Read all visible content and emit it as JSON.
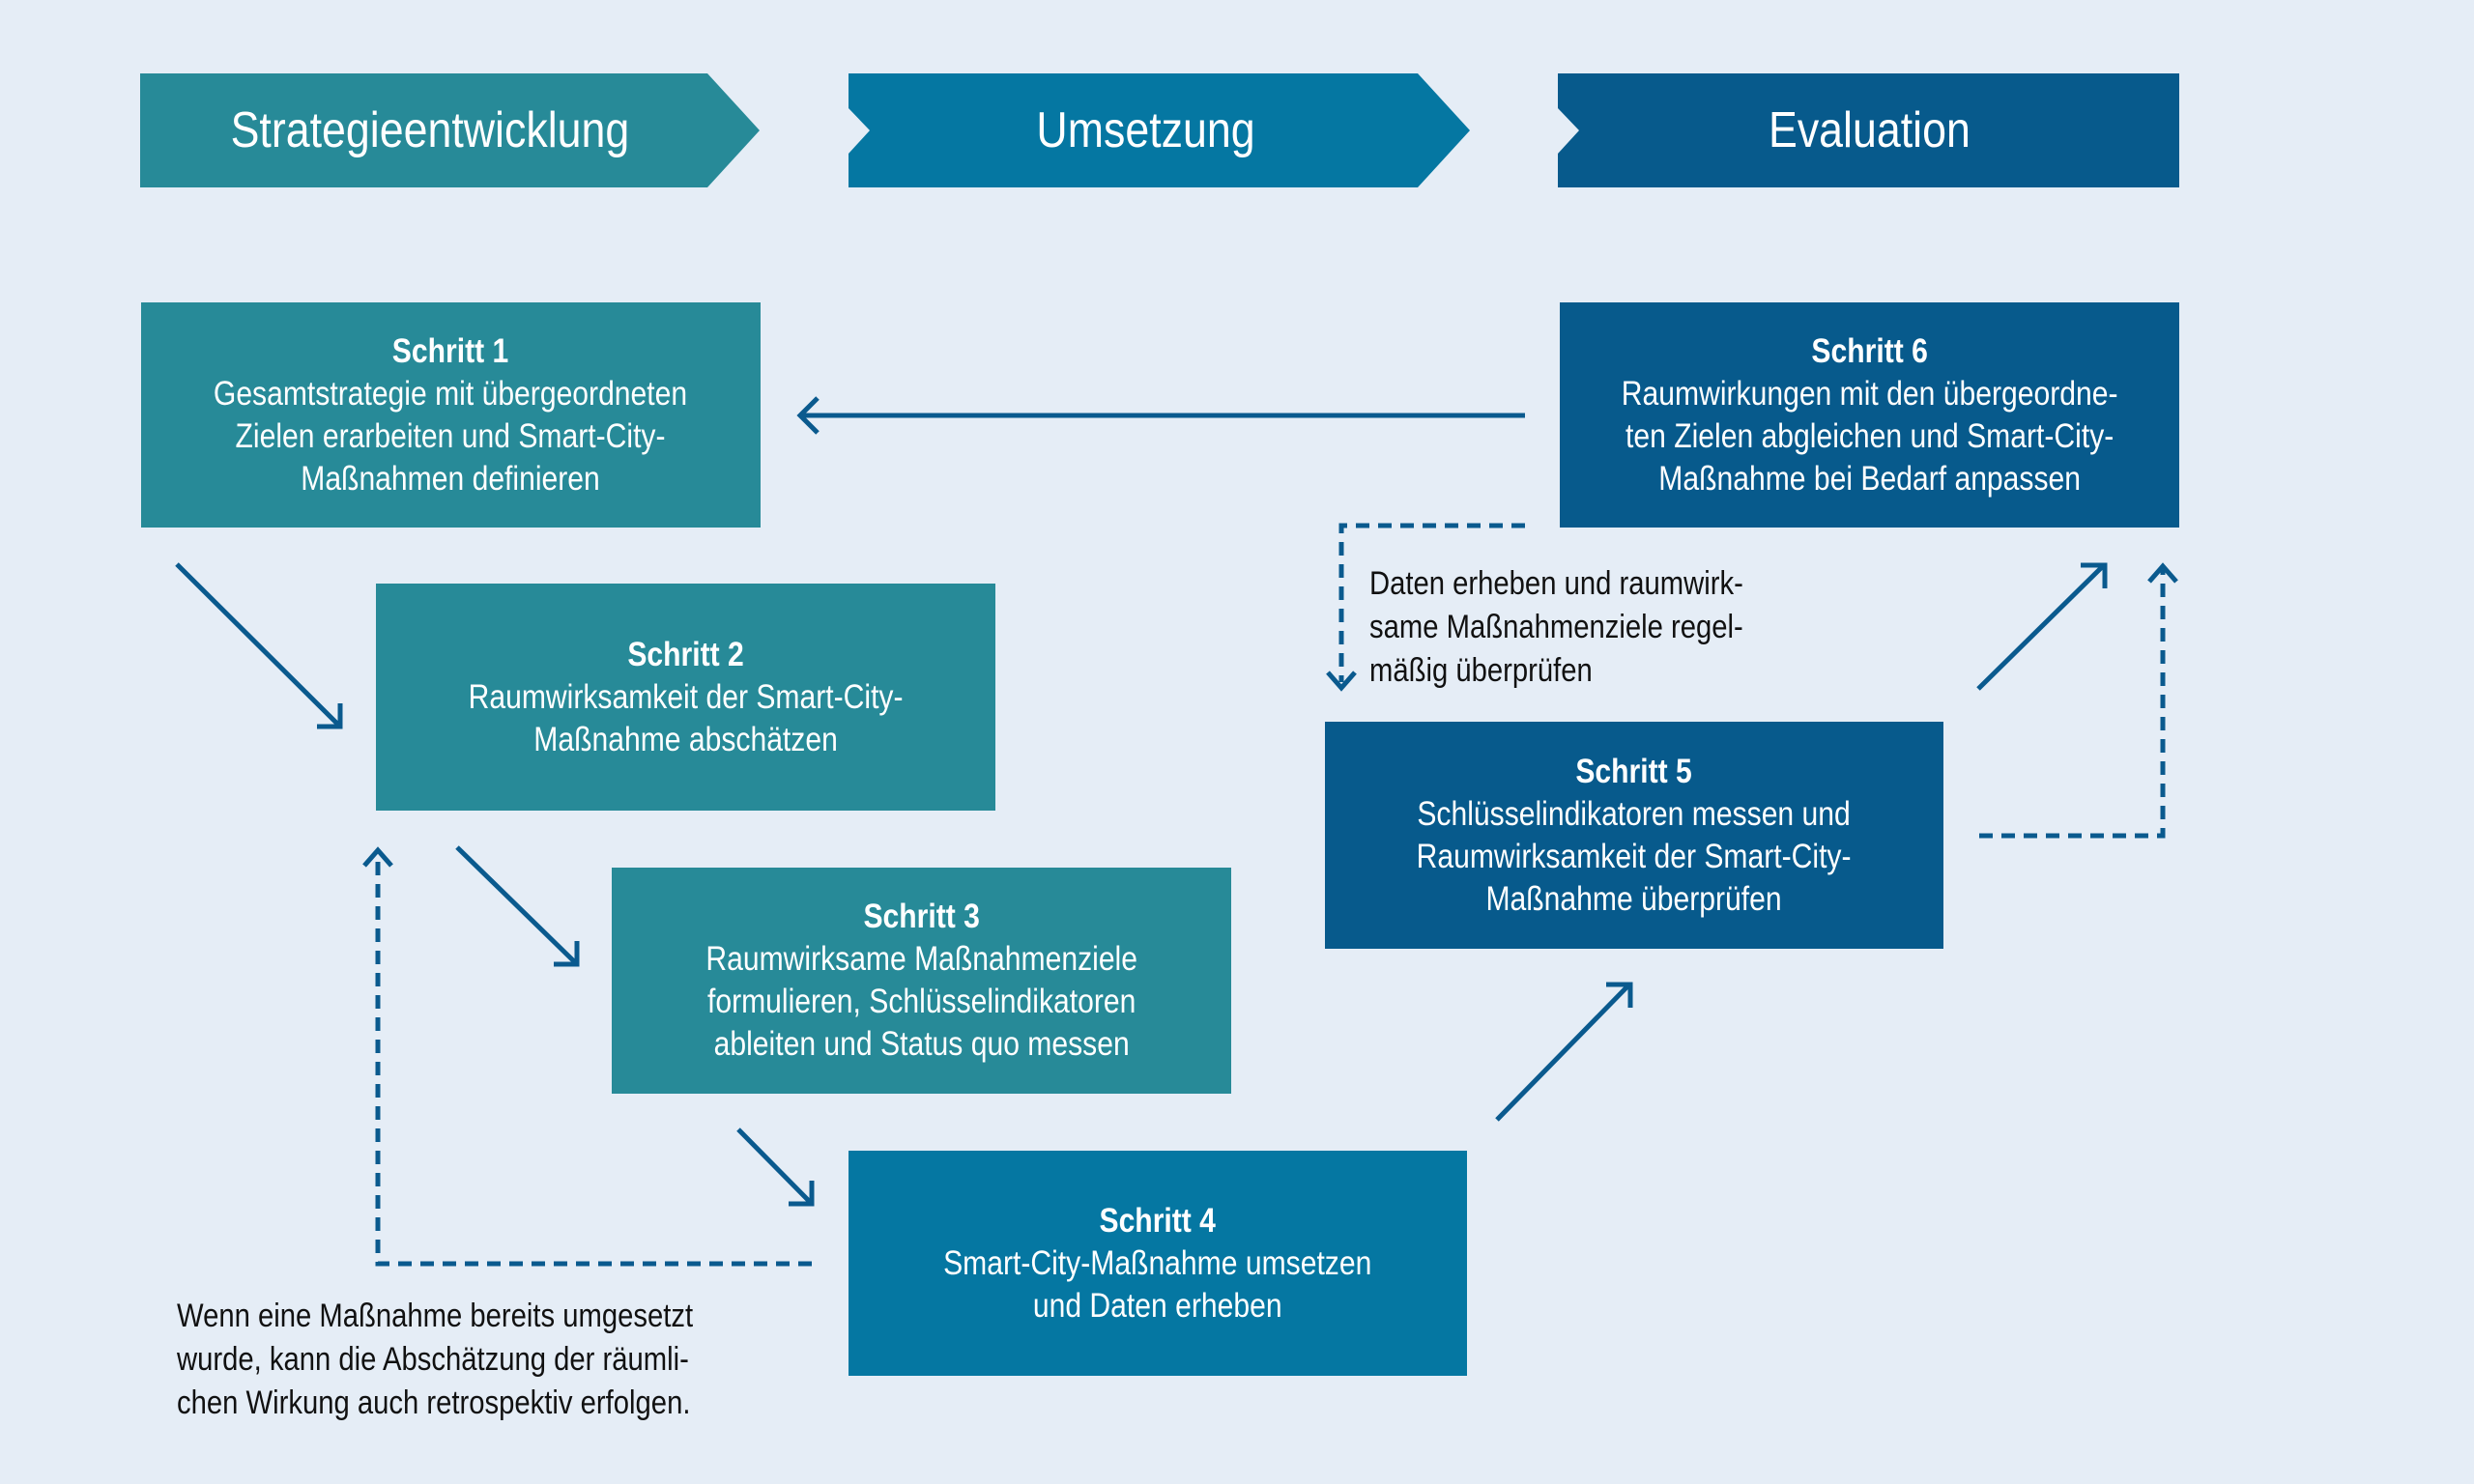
{
  "colors": {
    "background": "#E5EDF6",
    "strategy_teal": "#278A98",
    "implementation_blue": "#0577A2",
    "evaluation_navy": "#075A8C",
    "arrow": "#0A5A8E"
  },
  "phases": [
    {
      "label": "Strategieentwicklung"
    },
    {
      "label": "Umsetzung"
    },
    {
      "label": "Evaluation"
    }
  ],
  "steps": [
    {
      "title": "Schritt 1",
      "lines": [
        "Gesamtstrategie mit übergeordneten",
        "Zielen erarbeiten und Smart-City-",
        "Maßnahmen definieren"
      ]
    },
    {
      "title": "Schritt 2",
      "lines": [
        "Raumwirksamkeit der Smart-City-",
        "Maßnahme abschätzen"
      ]
    },
    {
      "title": "Schritt 3",
      "lines": [
        "Raumwirksame Maßnahmenziele",
        "formulieren, Schlüsselindikatoren",
        "ableiten und Status quo messen"
      ]
    },
    {
      "title": "Schritt 4",
      "lines": [
        "Smart-City-Maßnahme umsetzen",
        "und Daten erheben"
      ]
    },
    {
      "title": "Schritt 5",
      "lines": [
        "Schlüsselindikatoren messen und",
        "Raumwirksamkeit der Smart-City-",
        "Maßnahme überprüfen"
      ]
    },
    {
      "title": "Schritt 6",
      "lines": [
        "Raumwirkungen mit den übergeordne-",
        "ten Zielen abgleichen und Smart-City-",
        "Maßnahme bei Bedarf anpassen"
      ]
    }
  ],
  "notes": {
    "data_loop": [
      "Daten erheben und raumwirk-",
      "same Maßnahmenziele regel-",
      "mäßig überprüfen"
    ],
    "retrospective": [
      "Wenn eine Maßnahme bereits umgesetzt",
      "wurde, kann die Abschätzung der räumli-",
      "chen Wirkung auch retrospektiv erfolgen."
    ]
  }
}
